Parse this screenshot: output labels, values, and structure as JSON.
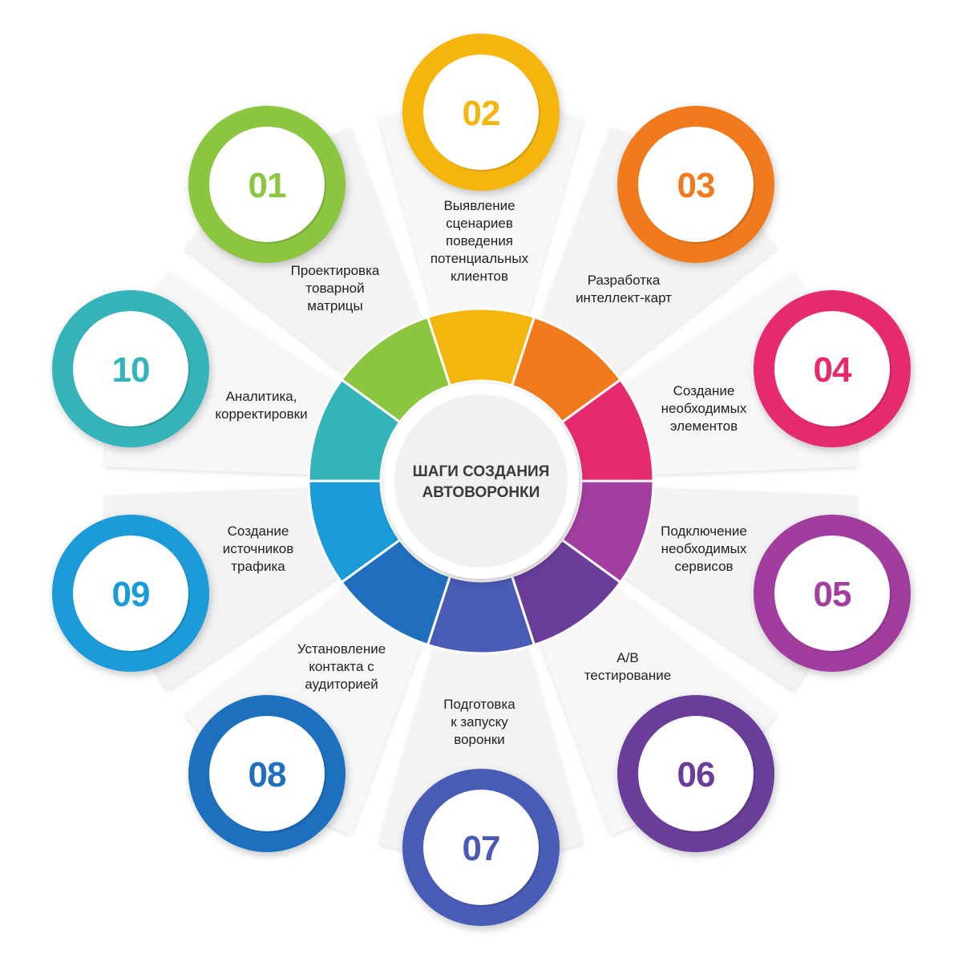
{
  "center": {
    "title_lines": [
      "ШАГИ СОЗДАНИЯ",
      "АВТОВОРОНКИ"
    ]
  },
  "steps": [
    {
      "number": "01",
      "color": "#8cc63f",
      "label_lines": [
        "Проектировка",
        "товарной",
        "матрицы"
      ]
    },
    {
      "number": "02",
      "color": "#f5b50f",
      "label_lines": [
        "Выявление",
        "сценариев",
        "поведения",
        "потенциальных",
        "клиентов"
      ]
    },
    {
      "number": "03",
      "color": "#f07a1c",
      "label_lines": [
        "Разработка",
        "интеллект-карт"
      ]
    },
    {
      "number": "04",
      "color": "#e52a6f",
      "label_lines": [
        "Создание",
        "необходимых",
        "элементов"
      ]
    },
    {
      "number": "05",
      "color": "#a23ea0",
      "label_lines": [
        "Подключение",
        "необходимых",
        "сервисов"
      ]
    },
    {
      "number": "06",
      "color": "#6a3d9a",
      "label_lines": [
        "A/B",
        "тестирование"
      ]
    },
    {
      "number": "07",
      "color": "#4a5bb5",
      "label_lines": [
        "Подготовка",
        "к запуску",
        "воронки"
      ]
    },
    {
      "number": "08",
      "color": "#1f6fbe",
      "label_lines": [
        "Установление",
        "контакта с",
        "аудиторией"
      ]
    },
    {
      "number": "09",
      "color": "#1a9bd8",
      "label_lines": [
        "Создание",
        "источников",
        "трафика"
      ]
    },
    {
      "number": "10",
      "color": "#34b3b8",
      "label_lines": [
        "Аналитика,",
        "корректировки"
      ]
    }
  ]
}
